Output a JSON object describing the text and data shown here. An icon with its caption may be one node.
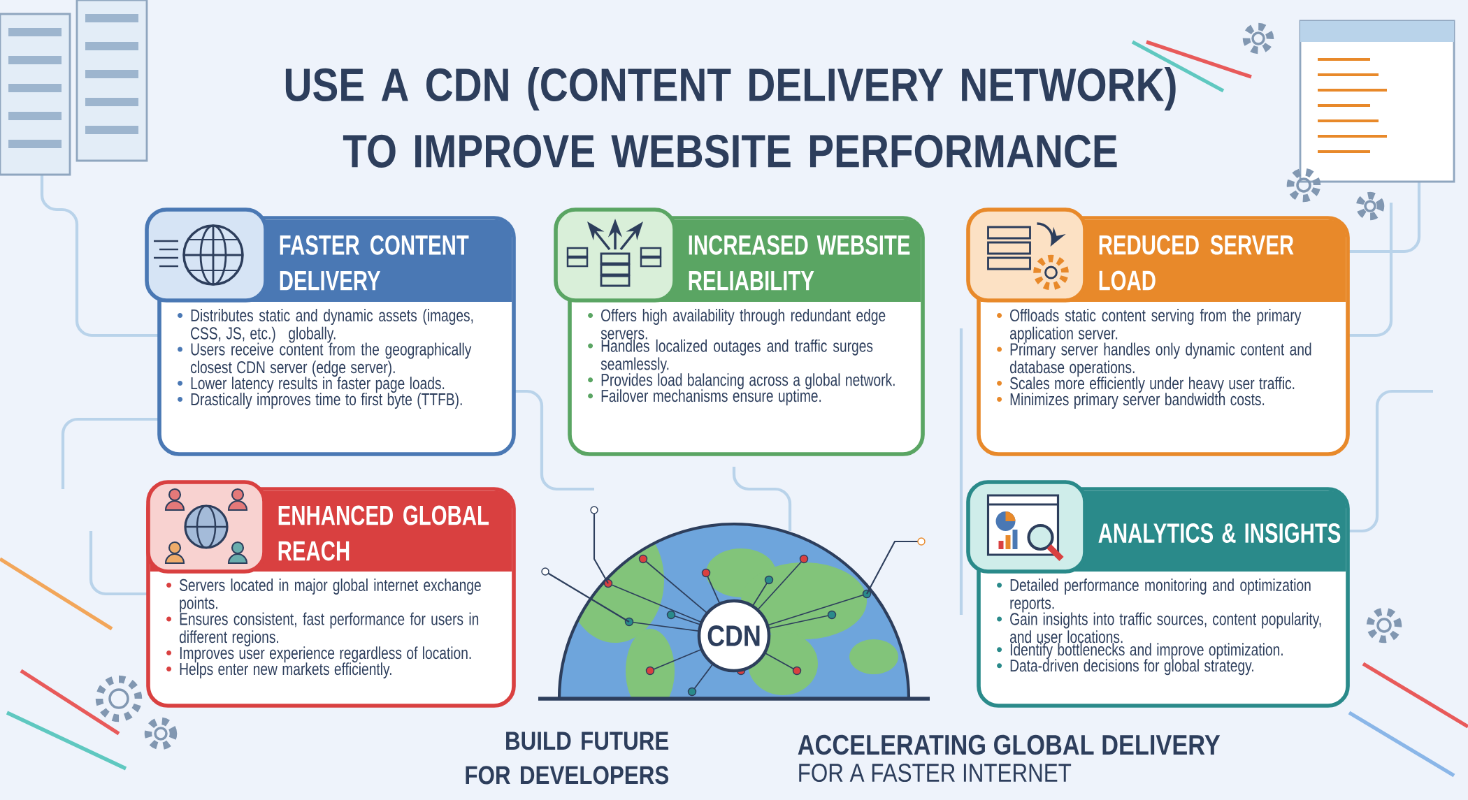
{
  "diagram": {
    "title": "USE A CDN (CONTENT DELIVERY NETWORK) TO IMPROVE WEBSITE PERFORMANCE",
    "nodes": [
      {
        "text": [
          "FASTER CONTENT DELIVERY",
          "Distributes static and dynamic assets (images, CSS, JS, etc.) globally.",
          "Users receive content from the geographically closest CDN server (edge server).",
          "Lower latency results in faster page loads.",
          "Drastically improves time to first byte (TTFB)."
        ]
      },
      {
        "text": [
          "INCREASED WEBSITE RELIABILITY",
          "Offers high availability through redundant edge servers.",
          "Handles localized outages and traffic surges seamlessly.",
          "Provides load balancing across a global network.",
          "Failover mechanisms ensure uptime."
        ]
      },
      {
        "text": [
          "REDUCED SERVER LOAD",
          "Offloads static content serving from the primary application server.",
          "Primary server handles only dynamic content and database operations.",
          "Scales more efficiently under heavy user traffic.",
          "Minimizes primary server bandwidth costs."
        ]
      },
      {
        "text": [
          "ENHANCED GLOBAL REACH",
          "Servers located in major global internet exchange points.",
          "Ensures consistent, fast performance for users in different regions.",
          "Improves user experience regardless of location.",
          "Helps enter new markets efficiently."
        ]
      },
      {
        "text": [
          "ANALYTICS & INSIGHTS",
          "Detailed performance monitoring and optimization reports.",
          "Gain insights into traffic sources, content popularity, and user locations.",
          "Identify bottlenecks and improve optimization.",
          "Data-driven decisions for global strategy."
        ]
      },
      {
        "text": [
          "CDN"
        ]
      }
    ],
    "labels": [
      "BUILD FUTURE FOR DEVELOPERS",
      "ACCELERATING GLOBAL DELIVERY",
      "FOR A FASTER INTERNET"
    ]
  }
}
